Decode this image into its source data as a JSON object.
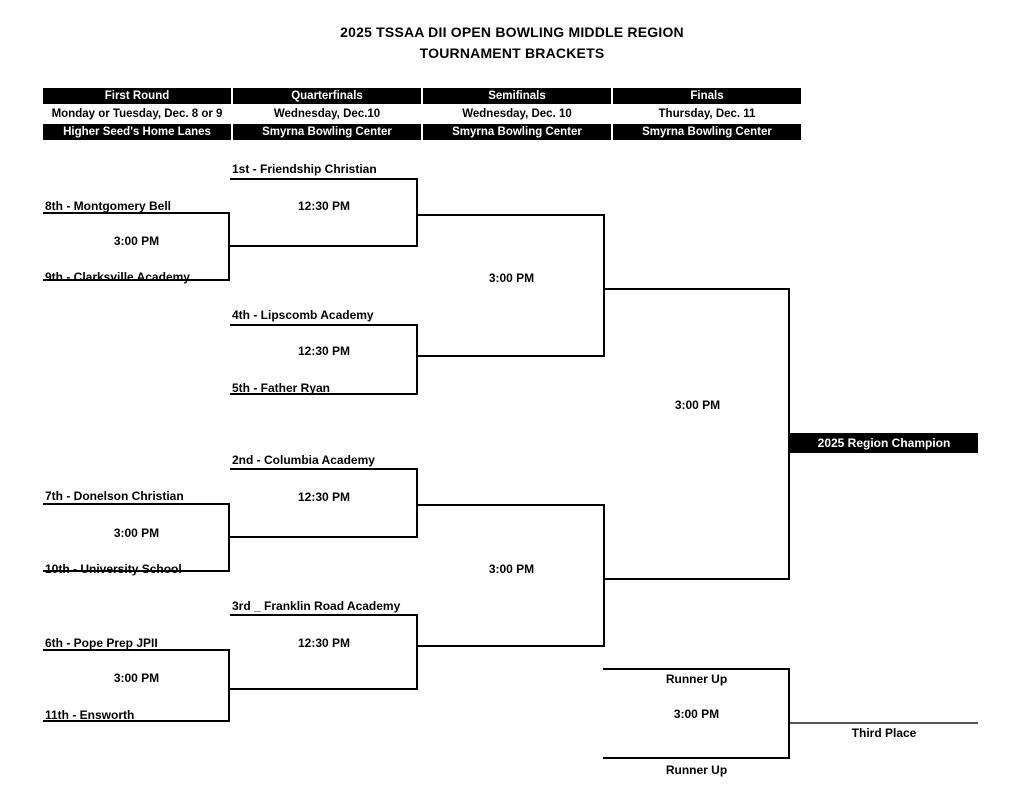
{
  "title": {
    "line1": "2025 TSSAA DII OPEN BOWLING MIDDLE REGION",
    "line2": "TOURNAMENT BRACKETS"
  },
  "schedule": [
    {
      "round": "First Round",
      "date": "Monday or Tuesday, Dec. 8 or 9",
      "venue": "Higher Seed's Home Lanes"
    },
    {
      "round": "Quarterfinals",
      "date": "Wednesday, Dec.10",
      "venue": "Smyrna Bowling Center"
    },
    {
      "round": "Semifinals",
      "date": "Wednesday, Dec. 10",
      "venue": "Smyrna Bowling Center"
    },
    {
      "round": "Finals",
      "date": "Thursday, Dec. 11",
      "venue": "Smyrna Bowling Center"
    }
  ],
  "first_round": [
    {
      "top_seed": "8th - Montgomery Bell",
      "bottom_seed": "9th - Clarksville Academy",
      "time": "3:00 PM"
    },
    {
      "top_seed": "7th - Donelson Christian",
      "bottom_seed": "10th - University School",
      "time": "3:00 PM"
    },
    {
      "top_seed": "6th - Pope Prep JPII",
      "bottom_seed": "11th - Ensworth",
      "time": "3:00 PM"
    }
  ],
  "quarterfinals": [
    {
      "seed": "1st - Friendship Christian",
      "time": "12:30 PM"
    },
    {
      "seed": "4th - Lipscomb Academy",
      "lower_seed": "5th - Father Ryan",
      "time": "12:30 PM"
    },
    {
      "seed": "2nd  - Columbia Academy",
      "time": "12:30 PM"
    },
    {
      "seed": "3rd _ Franklin Road Academy",
      "time": "12:30 PM"
    }
  ],
  "semifinals": [
    {
      "time": "3:00 PM"
    },
    {
      "time": "3:00 PM"
    }
  ],
  "finals": {
    "time": "3:00 PM",
    "champion_label": "2025 Region Champion"
  },
  "consolation": {
    "top_label": "Runner Up",
    "bottom_label": "Runner Up",
    "time": "3:00 PM",
    "result_label": "Third Place"
  }
}
